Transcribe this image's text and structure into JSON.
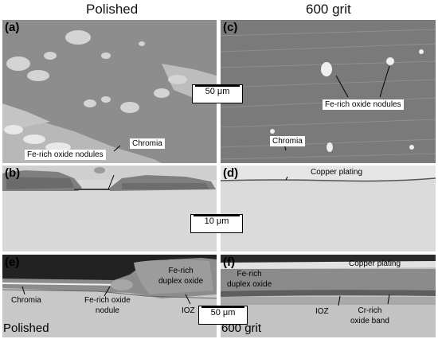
{
  "titles": {
    "left": "Polished",
    "right": "600 grit"
  },
  "panels": {
    "a": {
      "label": "(a)",
      "notes": {
        "nodules": "Fe-rich oxide nodules",
        "chromia": "Chromia"
      }
    },
    "b": {
      "label": "(b)"
    },
    "c": {
      "label": "(c)",
      "notes": {
        "nodules": "Fe-rich oxide nodules",
        "chromia": "Chromia"
      }
    },
    "d": {
      "label": "(d)",
      "notes": {
        "plating": "Copper plating"
      }
    },
    "e": {
      "label": "(e)",
      "notes": {
        "chromia": "Chromia",
        "nodule": "Fe-rich oxide\nnodule",
        "duplex": "Fe-rich\nduplex oxide",
        "ioz": "IOZ"
      },
      "corner": "Polished"
    },
    "f": {
      "label": "(f)",
      "notes": {
        "plating": "Copper plating",
        "duplex": "Fe-rich\nduplex oxide",
        "ioz": "IOZ",
        "band": "Cr-rich\noxide band"
      },
      "corner": "600 grit"
    }
  },
  "scalebars": {
    "top": "50 μm",
    "middle": "10 μm",
    "bottom": "50 μm"
  }
}
